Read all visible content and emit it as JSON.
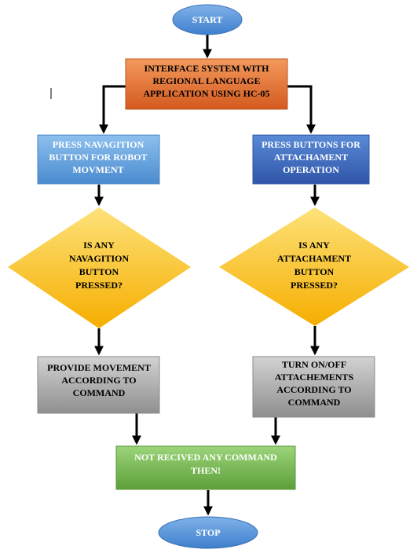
{
  "nodes": {
    "start": {
      "lines": [
        "START"
      ]
    },
    "interface": {
      "lines": [
        "INTERFACE SYSTEM WITH",
        "REGIONAL LANGUAGE",
        "APPLICATION USING HC-05"
      ]
    },
    "press_nav": {
      "lines": [
        "PRESS NAVAGITION",
        "BUTTON FOR ROBOT",
        "MOVMENT"
      ]
    },
    "press_attach": {
      "lines": [
        "PRESS BUTTONS FOR",
        "ATTACHAMENT",
        "OPERATION"
      ]
    },
    "decision_nav": {
      "lines": [
        "IS ANY",
        "NAVAGITION",
        "BUTTON",
        "PRESSED?"
      ]
    },
    "decision_attach": {
      "lines": [
        "IS ANY",
        "ATTACHAMENT",
        "BUTTON",
        "PRESSED?"
      ]
    },
    "provide_movement": {
      "lines": [
        "PROVIDE MOVEMENT",
        "ACCORDING TO",
        "COMMAND"
      ]
    },
    "turn_onoff": {
      "lines": [
        "TURN ON/OFF",
        "ATTACHEMENTS",
        "ACCORDING TO",
        "COMMAND"
      ]
    },
    "not_received": {
      "lines": [
        "NOT RECIVED ANY COMMAND",
        "THEN!"
      ]
    },
    "stop": {
      "lines": [
        "STOP"
      ]
    }
  },
  "colors": {
    "ellipse": "#4f8fd6",
    "interface": "#e26b2f",
    "press_nav": "#5a9ad6",
    "press_attach": "#3f6cbf",
    "decision": "#fcbf14",
    "process_gray": "#a8a8a8",
    "terminal_green": "#6fb04a"
  }
}
